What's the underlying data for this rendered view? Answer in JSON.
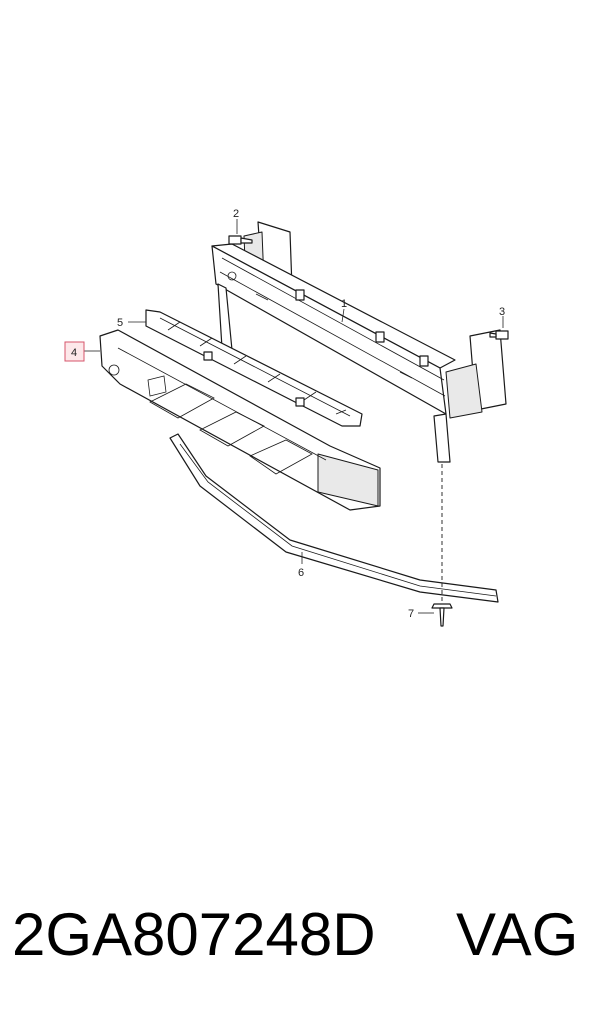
{
  "callouts": {
    "c1": "1",
    "c2": "2",
    "c3": "3",
    "c4": "4",
    "c5": "5",
    "c6": "6",
    "c7": "7"
  },
  "footer": {
    "part_number": "2GA807248D",
    "brand": "VAG"
  },
  "colors": {
    "highlight_fill": "#fde8ea",
    "highlight_stroke": "#d6546b",
    "line": "#1a1a1a"
  }
}
